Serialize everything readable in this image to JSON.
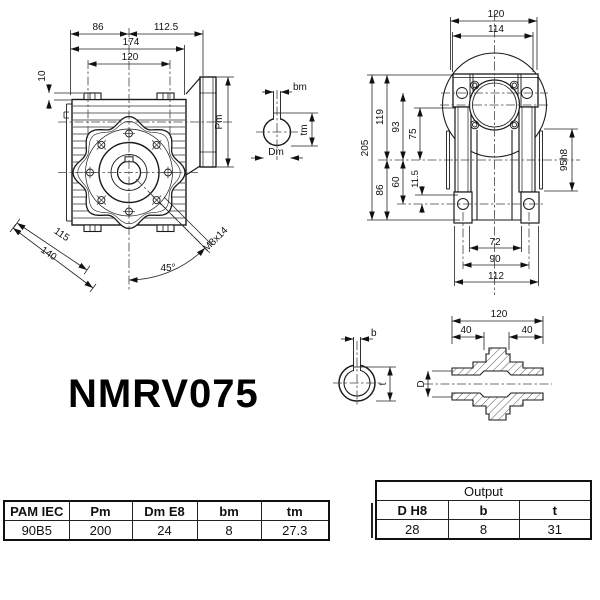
{
  "title": "NMRV075",
  "front_view": {
    "width_left": "86",
    "width_right": "112.5",
    "width_total": "174",
    "bolt_spacing": "120",
    "lug_height": "10",
    "motor_flange": "Pm",
    "diag_inner": "115",
    "diag_outer": "140",
    "angle": "45°",
    "tap_hole": "M8x14"
  },
  "input_shaft": {
    "key_width": "bm",
    "key_depth": "tm",
    "diameter": "Dm"
  },
  "side_view": {
    "width_overall": "120",
    "flange_width": "114",
    "height_total": "205",
    "height_upper": "119",
    "height_hole": "93",
    "height_flange": "75",
    "height_lower": "86",
    "hole_offset": "60",
    "foot_offset": "11.5",
    "boss_dia": "95h8",
    "foot_inner": "72",
    "foot_holes": "90",
    "foot_outer": "112"
  },
  "output_shaft": {
    "length": "120",
    "end_left": "40",
    "end_right": "40",
    "bore": "D",
    "key_width": "b",
    "key_depth": "t"
  },
  "tables": {
    "main": {
      "headers": [
        "PAM IEC",
        "Pm",
        "Dm E8",
        "bm",
        "tm"
      ],
      "row": [
        "90B5",
        "200",
        "24",
        "8",
        "27.3"
      ]
    },
    "output": {
      "title": "Output",
      "headers": [
        "D H8",
        "b",
        "t"
      ],
      "row": [
        "28",
        "8",
        "31"
      ]
    }
  }
}
